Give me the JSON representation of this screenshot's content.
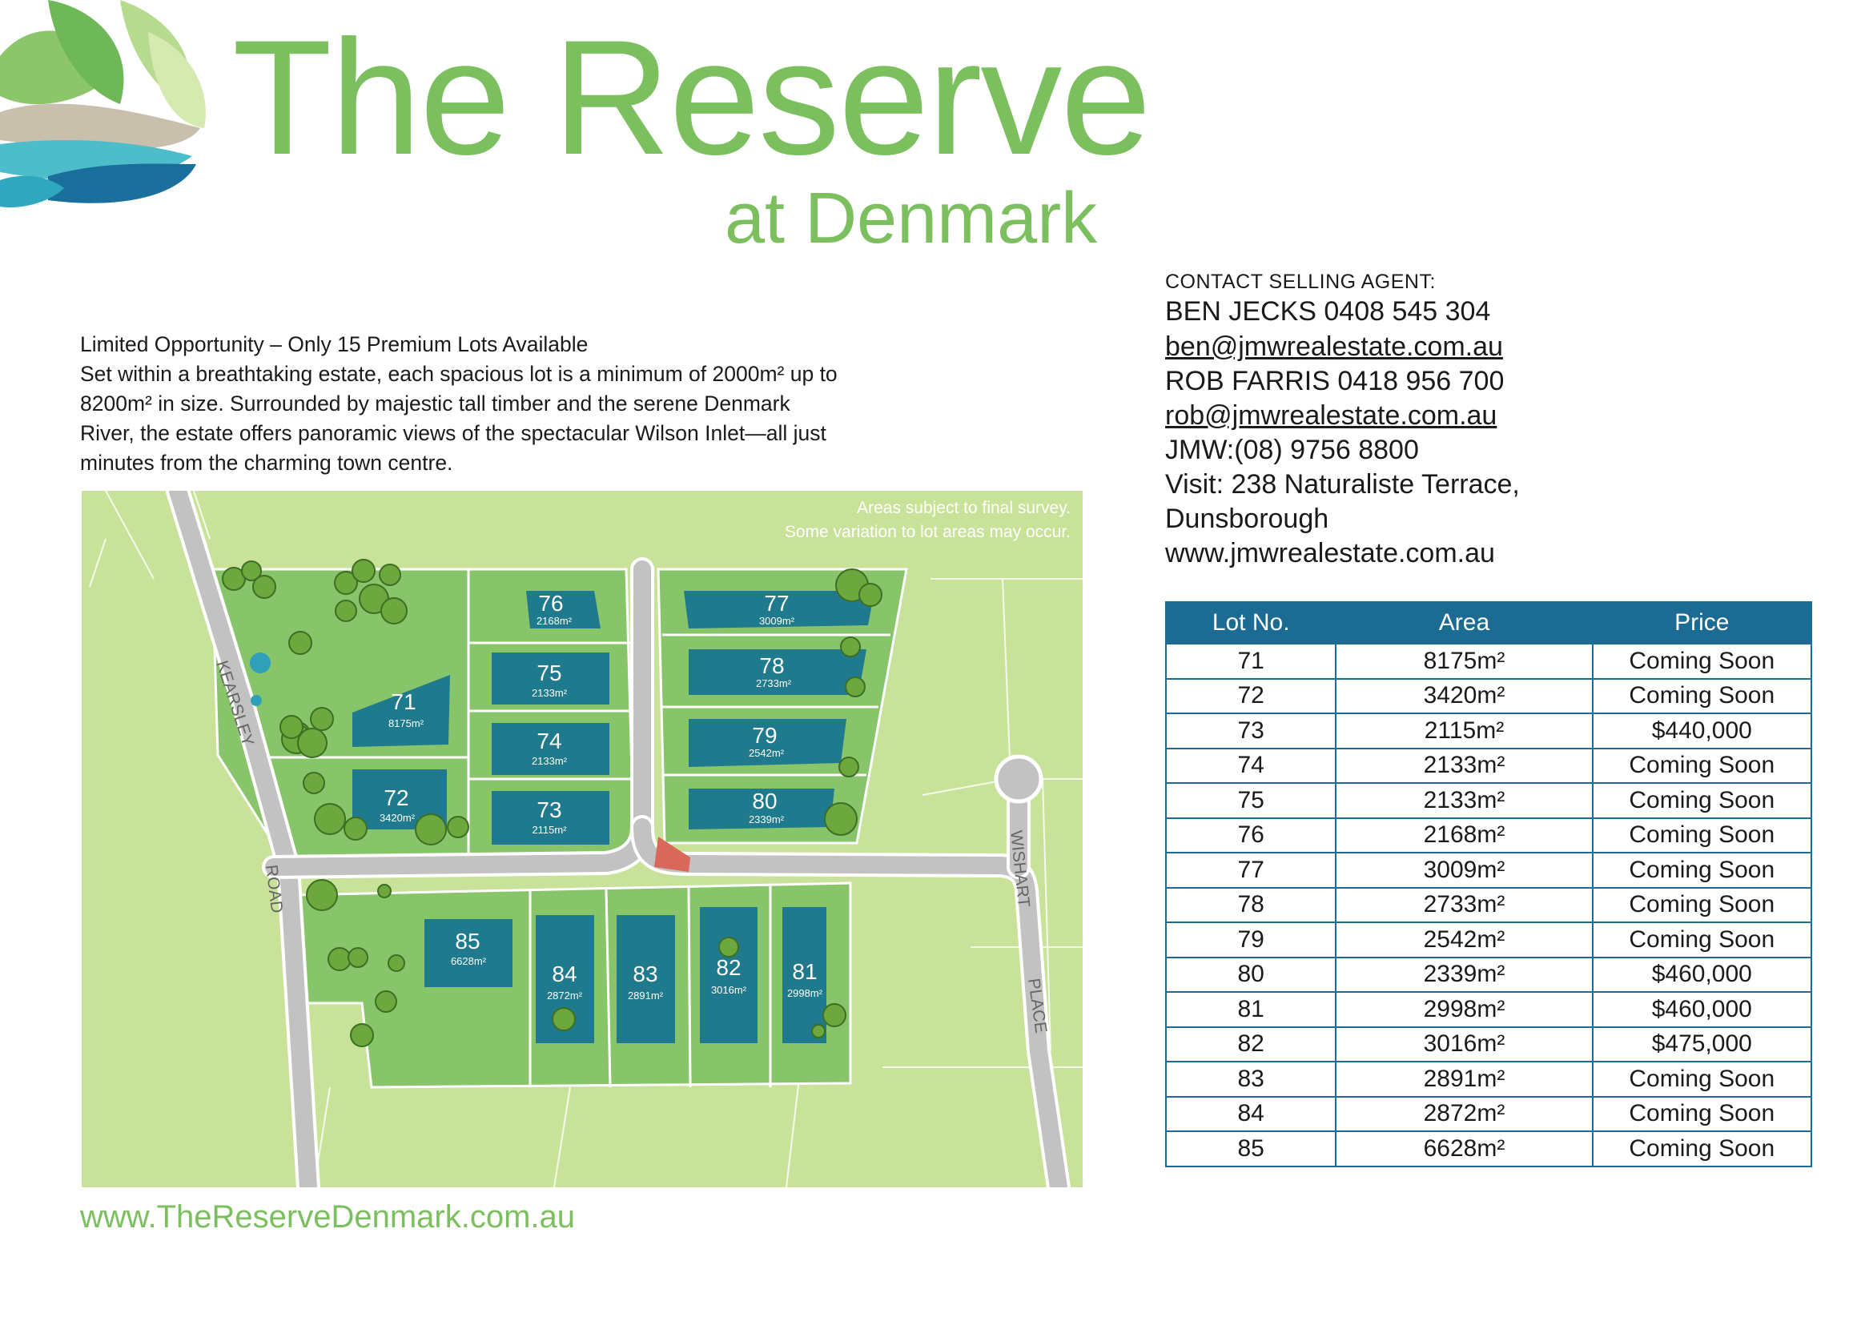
{
  "brand": {
    "title": "The Reserve",
    "subtitle": "at Denmark",
    "website": "www.TheReserveDenmark.com.au"
  },
  "intro": {
    "headline": "Limited Opportunity – Only 15 Premium Lots Available",
    "body": "Set within a breathtaking estate, each spacious lot is a minimum of 2000m² up to 8200m² in size. Surrounded by majestic tall timber and the serene Denmark River, the estate offers panoramic views of the spectacular Wilson Inlet—all just minutes from the charming town centre."
  },
  "map": {
    "note_line1": "Areas subject to final survey.",
    "note_line2": "Some variation to lot areas may occur.",
    "roads": {
      "kearsley": "KEARSLEY",
      "road": "ROAD",
      "wishart": "WISHART",
      "place": "PLACE"
    },
    "lots": {
      "71": {
        "number": "71",
        "area": "8175m²"
      },
      "72": {
        "number": "72",
        "area": "3420m²"
      },
      "73": {
        "number": "73",
        "area": "2115m²"
      },
      "74": {
        "number": "74",
        "area": "2133m²"
      },
      "75": {
        "number": "75",
        "area": "2133m²"
      },
      "76": {
        "number": "76",
        "area": "2168m²"
      },
      "77": {
        "number": "77",
        "area": "3009m²"
      },
      "78": {
        "number": "78",
        "area": "2733m²"
      },
      "79": {
        "number": "79",
        "area": "2542m²"
      },
      "80": {
        "number": "80",
        "area": "2339m²"
      },
      "81": {
        "number": "81",
        "area": "2998m²"
      },
      "82": {
        "number": "82",
        "area": "3016m²"
      },
      "83": {
        "number": "83",
        "area": "2891m²"
      },
      "84": {
        "number": "84",
        "area": "2872m²"
      },
      "85": {
        "number": "85",
        "area": "6628m²"
      }
    }
  },
  "contact": {
    "label": "CONTACT SELLING AGENT:",
    "agent1": "BEN JECKS  0408 545 304",
    "email1": "ben@jmwrealestate.com.au",
    "agent2": "ROB FARRIS 0418 956 700",
    "email2": "rob@jmwrealestate.com.au",
    "office": "JMW:(08) 9756 8800",
    "visit1": "Visit: 238 Naturaliste Terrace,",
    "visit2": "Dunsborough",
    "web": "www.jmwrealestate.com.au"
  },
  "table": {
    "headers": [
      "Lot No.",
      "Area",
      "Price"
    ],
    "rows": [
      [
        "71",
        "8175m²",
        "Coming Soon"
      ],
      [
        "72",
        "3420m²",
        "Coming Soon"
      ],
      [
        "73",
        "2115m²",
        "$440,000"
      ],
      [
        "74",
        "2133m²",
        "Coming Soon"
      ],
      [
        "75",
        "2133m²",
        "Coming Soon"
      ],
      [
        "76",
        "2168m²",
        "Coming Soon"
      ],
      [
        "77",
        "3009m²",
        "Coming Soon"
      ],
      [
        "78",
        "2733m²",
        "Coming Soon"
      ],
      [
        "79",
        "2542m²",
        "Coming Soon"
      ],
      [
        "80",
        "2339m²",
        "$460,000"
      ],
      [
        "81",
        "2998m²",
        "$460,000"
      ],
      [
        "82",
        "3016m²",
        "$475,000"
      ],
      [
        "83",
        "2891m²",
        "Coming Soon"
      ],
      [
        "84",
        "2872m²",
        "Coming Soon"
      ],
      [
        "85",
        "6628m²",
        "Coming Soon"
      ]
    ]
  },
  "colors": {
    "brand_green": "#7bbf5e",
    "table_blue": "#1b6b93",
    "lot_teal": "#1e7a8c"
  }
}
